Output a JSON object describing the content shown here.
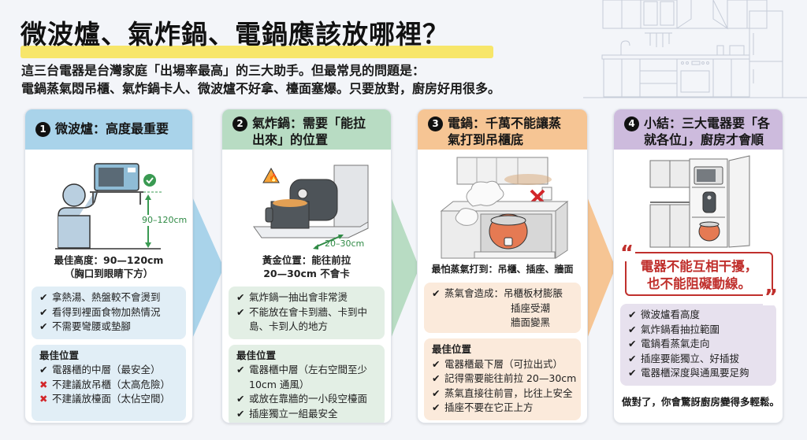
{
  "header": {
    "title": "微波爐、氣炸鍋、電鍋應該放哪裡？",
    "intro_line1": "這三台電器是台灣家庭「出場率最高」的三大助手。但最常見的問題是：",
    "intro_line2": "電鍋蒸氣悶吊櫃、氣炸鍋卡人、微波爐不好拿、檯面塞爆。只要放對，廚房好用很多。"
  },
  "colors": {
    "highlight": "#f7e66a",
    "card1_header": "#a9d3ea",
    "card1_box": "#e1eef6",
    "card2_header": "#b8dcc3",
    "card2_box": "#e3efe5",
    "card3_header": "#f6c594",
    "card3_box": "#fbeadb",
    "card4_header": "#cdbbdd",
    "card4_box": "#e7e1ee",
    "accent_red": "#c0302d",
    "check_green": "#3a9a52"
  },
  "cards": [
    {
      "number": "1",
      "title_line1": "微波爐：高度最重要",
      "illustration": {
        "icon": "person-reaching-microwave",
        "measure_label": "90–120cm",
        "status_icon": "check-circle-icon"
      },
      "caption_line1": "最佳高度：90—120cm",
      "caption_line2": "（胸口到眼睛下方）",
      "benefits": [
        {
          "mark": "check",
          "text": "拿熱湯、熱盤較不會燙到"
        },
        {
          "mark": "check",
          "text": "看得到裡面食物加熱情況"
        },
        {
          "mark": "check",
          "text": "不需要彎腰或墊腳"
        }
      ],
      "best_position": {
        "heading": "最佳位置",
        "items": [
          {
            "mark": "check",
            "text": "電器櫃的中層（最安全）"
          },
          {
            "mark": "cross",
            "text": "不建議放吊櫃（太高危險）"
          },
          {
            "mark": "cross",
            "text": "不建議放檯面（太佔空間）"
          }
        ]
      }
    },
    {
      "number": "2",
      "title_line1": "氣炸鍋：需要「能拉",
      "title_line2": "出來」的位置",
      "illustration": {
        "icon": "air-fryer-pulled-out",
        "warning_icon": "fire-warning-icon",
        "measure_label": "20–30cm"
      },
      "caption_line1": "黃金位置：能往前拉",
      "caption_line2": "20—30cm 不會卡",
      "benefits": [
        {
          "mark": "check",
          "text": "氣炸鍋一抽出會非常燙"
        },
        {
          "mark": "check",
          "text": "不能放在會卡到牆、卡到中",
          "cont": "島、卡到人的地方"
        }
      ],
      "best_position": {
        "heading": "最佳位置",
        "items": [
          {
            "mark": "check",
            "text": "電器櫃中層（左右空間至少",
            "cont": "10cm 通風）"
          },
          {
            "mark": "check",
            "text": "或放在靠牆的一小段空檯面"
          },
          {
            "mark": "check",
            "text": "插座獨立一組最安全"
          }
        ]
      }
    },
    {
      "number": "3",
      "title_line1": "電鍋：千萬不能讓蒸",
      "title_line2": "氣打到吊櫃底",
      "illustration": {
        "icon": "rice-cooker-steam-cabinet",
        "status_icon": "red-cross-icon"
      },
      "caption_line1": "最怕蒸氣打到：吊櫃、插座、牆面",
      "benefits": [
        {
          "mark": "check",
          "text": "蒸氣會造成：吊櫃板材膨脹",
          "cont1": "插座受潮",
          "cont2": "牆面變黑"
        }
      ],
      "best_position": {
        "heading": "最佳位置",
        "items": [
          {
            "mark": "check",
            "text": "電器櫃最下層（可拉出式）"
          },
          {
            "mark": "check",
            "text": "記得需要能往前拉 20—30cm"
          },
          {
            "mark": "check",
            "text": "蒸氣直接往前冒，比往上安全"
          },
          {
            "mark": "check",
            "text": "插座不要在它正上方"
          }
        ]
      }
    },
    {
      "number": "4",
      "title_line1": "小結：三大電器要「各",
      "title_line2": "就各位」，廚房才會順",
      "illustration": {
        "icon": "appliance-tall-cabinet"
      },
      "quote_line1": "電器不能互相干擾，",
      "quote_line2": "也不能阻礙動線。",
      "summary": [
        {
          "mark": "check",
          "text": "微波爐看高度"
        },
        {
          "mark": "check",
          "text": "氣炸鍋看抽拉範圍"
        },
        {
          "mark": "check",
          "text": "電鍋看蒸氣走向"
        },
        {
          "mark": "check",
          "text": "插座要能獨立、好插拔"
        },
        {
          "mark": "check",
          "text": "電器櫃深度與通風要足夠"
        }
      ],
      "footer": "做對了，你會驚訝廚房變得多輕鬆。"
    }
  ],
  "marks": {
    "check": "✔",
    "cross": "✖"
  }
}
